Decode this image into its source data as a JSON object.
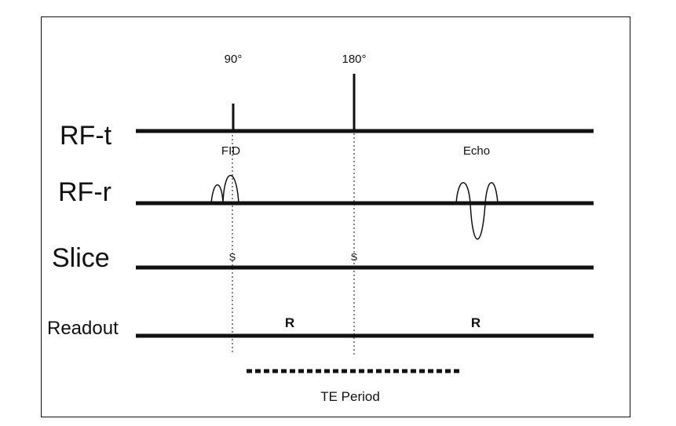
{
  "diagram": {
    "pulse_90_label": "90°",
    "pulse_180_label": "180°",
    "fid_label": "FID",
    "echo_label": "Echo",
    "rows": {
      "rf_t": "RF-t",
      "rf_r": "RF-r",
      "slice": "Slice",
      "readout": "Readout"
    },
    "slice_marker_1": "S",
    "slice_marker_2": "S",
    "readout_marker_1": "R",
    "readout_marker_2": "R",
    "te_period_label": "TE Period"
  },
  "colors": {
    "ink": "#111111",
    "background": "#ffffff"
  }
}
